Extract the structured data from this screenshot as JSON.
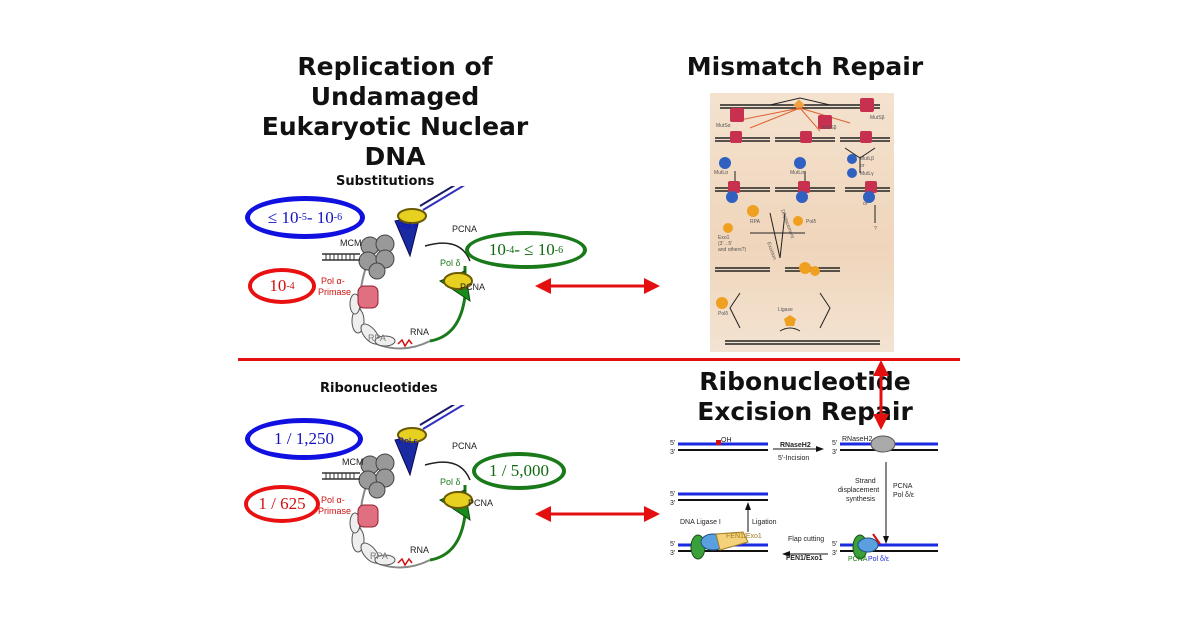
{
  "titles": {
    "replication": "Replication of Undamaged Eukaryotic Nuclear DNA",
    "mismatch_repair": "Mismatch Repair",
    "rer": "Ribonucleotide Excision Repair"
  },
  "sections": {
    "substitutions": "Substitutions",
    "ribonucleotides": "Ribonucleotides"
  },
  "rates_substitutions": {
    "pol_epsilon": {
      "base": "≤ 10",
      "exp1": "-5",
      "mid": " - 10",
      "exp2": "-6"
    },
    "pol_delta": {
      "base": "10",
      "exp1": "-4",
      "mid": " - ≤ 10",
      "exp2": "-6"
    },
    "pol_alpha": {
      "base": "10",
      "exp1": "-4"
    }
  },
  "rates_ribonucleotides": {
    "pol_epsilon": "1 / 1,250",
    "pol_delta": "1 / 5,000",
    "pol_alpha": "1 / 625"
  },
  "fork_labels": {
    "pol_e": "Pol ε",
    "pcna": "PCNA",
    "mcm": "MCM",
    "pol_d": "Pol δ",
    "pol_a": "Pol α-",
    "primase": "Primase",
    "rpa": "RPA",
    "rna": "RNA"
  },
  "mmr_labels": {
    "mutsa": "MutSα",
    "mutsb": "MutSβ",
    "mutla": "MutLα",
    "mutlb": "MutLβ",
    "or": "or",
    "mutlg": "MutLγ",
    "rpa": "RPA",
    "exo1": "Exo1",
    "exo1_sub1": "(3'→5'",
    "exo1_sub2": "and others?)",
    "pold": "Polδ",
    "excision": "Excision",
    "displacement": "Displacement",
    "ligase": "Ligase",
    "q": "?"
  },
  "rer_labels": {
    "rnaseh2": "RNaseH2",
    "incision": "5'-Incision",
    "rnaseh2_b": "RNaseH2",
    "strand": "Strand",
    "displacement": "displacement",
    "synthesis": "synthesis",
    "pcna": "PCNA",
    "pol": "Pol δ/ε",
    "flap": "Flap cutting",
    "fen1": "FEN1/Exo1",
    "ligase": "DNA Ligase I",
    "ligation": "Ligation",
    "fen1_b": "FEN1/Exo1",
    "pcna_b": "PCNA",
    "pol_b": "Pol δ/ε",
    "oh": "OH",
    "five": "5'",
    "three": "3'"
  },
  "colors": {
    "divider": "#e41010",
    "arrow": "#e41010",
    "blue": "#1010e0",
    "green": "#1a7a1a",
    "red": "#e81010"
  }
}
